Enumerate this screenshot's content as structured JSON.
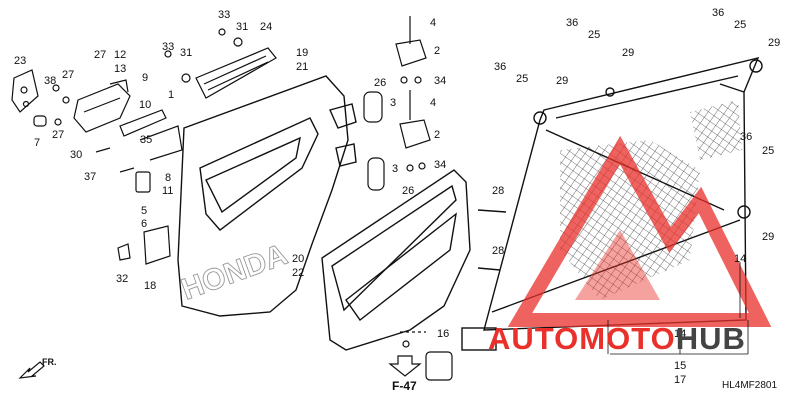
{
  "diagram_code": "HL4MF2801",
  "reference_label": "F-47",
  "front_label": "FR.",
  "watermark": {
    "part1": "AUTOMOTO",
    "part2": "HUB",
    "color_primary": "#e9302a",
    "color_secondary": "#444444"
  },
  "panel_brand": "HONDA",
  "callouts": {
    "c23": "23",
    "c38": "38",
    "c27a": "27",
    "c27b": "27",
    "c27c": "27",
    "c12": "12",
    "c13": "13",
    "c7": "7",
    "c9": "9",
    "c10": "10",
    "c1": "1",
    "c30": "30",
    "c35": "35",
    "c37": "37",
    "c8": "8",
    "c11": "11",
    "c5": "5",
    "c6": "6",
    "c32": "32",
    "c18": "18",
    "c33a": "33",
    "c31a": "31",
    "c33b": "33",
    "c31b": "31",
    "c24": "24",
    "c19": "19",
    "c21": "21",
    "c4a": "4",
    "c2a": "2",
    "c26a": "26",
    "c34a": "34",
    "c3a": "3",
    "c4b": "4",
    "c2b": "2",
    "c3b": "3",
    "c34b": "34",
    "c26b": "26",
    "c28a": "28",
    "c28b": "28",
    "c20": "20",
    "c22": "22",
    "c16": "16",
    "c36a": "36",
    "c25a": "25",
    "c29a": "29",
    "c36b": "36",
    "c25b": "25",
    "c29b": "29",
    "c36c": "36",
    "c25c": "25",
    "c29c": "29",
    "c36d": "36",
    "c25d": "25",
    "c29d": "29",
    "c14a": "14",
    "c14b": "14",
    "c15": "15",
    "c17": "17"
  }
}
